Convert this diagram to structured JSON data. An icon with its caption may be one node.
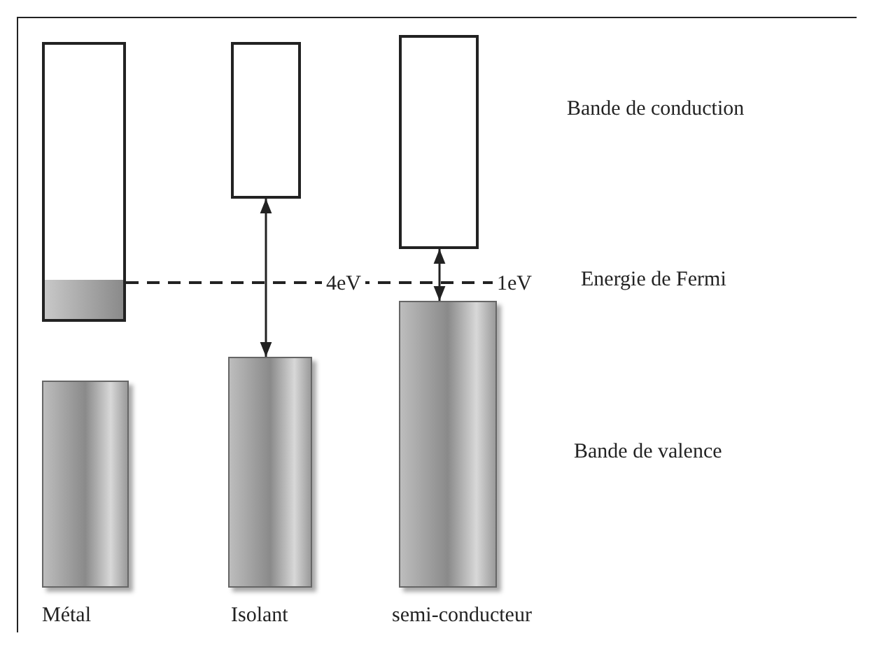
{
  "diagram": {
    "nodes": [
      {
        "text": [],
        "shape": "box"
      },
      {
        "text": [],
        "shape": "bar"
      },
      {
        "text": [],
        "shape": "box"
      },
      {
        "text": [],
        "shape": "bar"
      },
      {
        "text": [],
        "shape": "box"
      },
      {
        "text": [],
        "shape": "bar"
      }
    ],
    "edges": [
      {
        "from": 2,
        "to": 3,
        "arrow": "both",
        "label": "4eV"
      },
      {
        "from": 4,
        "to": 5,
        "arrow": "both",
        "label": "1eV"
      }
    ],
    "labels": [
      "Bande de conduction",
      "Energie de Fermi",
      "Bande de valence",
      "Métal",
      "Isolant",
      "semi-conducteur"
    ]
  }
}
